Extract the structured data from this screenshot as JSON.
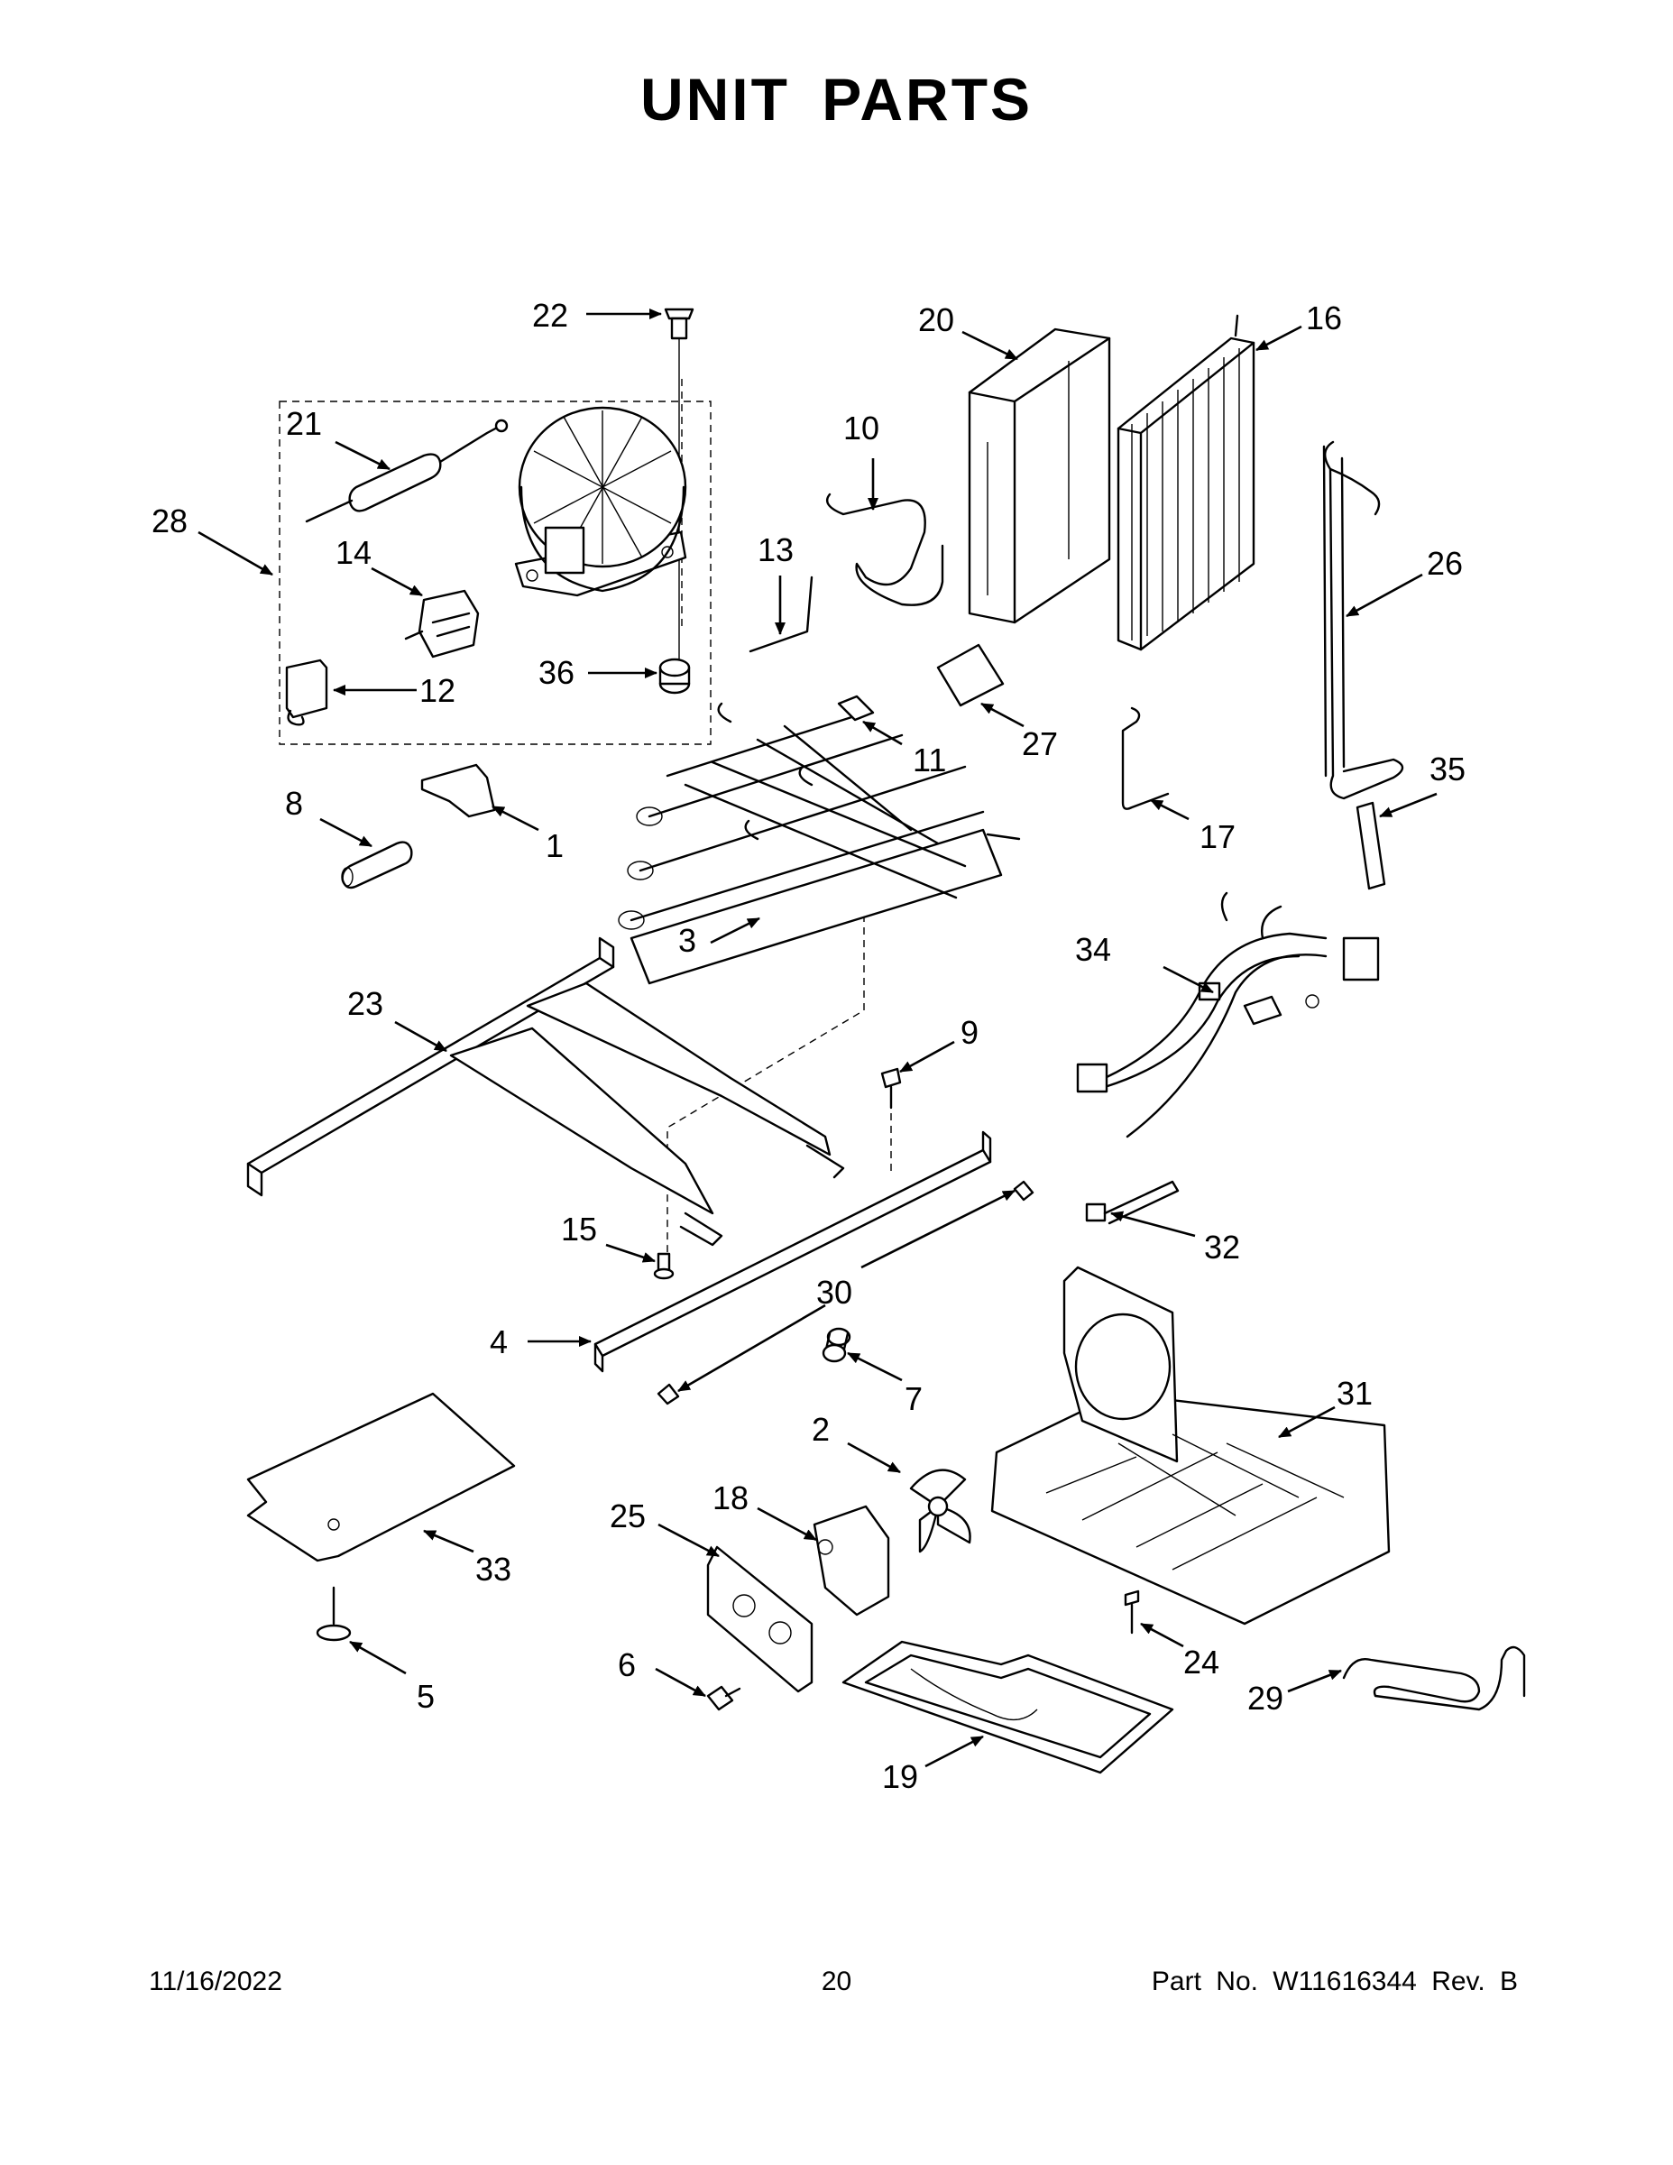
{
  "page": {
    "title": "UNIT PARTS",
    "footer": {
      "date": "11/16/2022",
      "page_number": "20",
      "part_number": "Part No.  W11616344  Rev.  B"
    }
  },
  "callouts": [
    "1",
    "2",
    "3",
    "4",
    "5",
    "6",
    "7",
    "8",
    "9",
    "10",
    "11",
    "12",
    "13",
    "14",
    "15",
    "16",
    "17",
    "18",
    "19",
    "20",
    "21",
    "22",
    "23",
    "24",
    "25",
    "26",
    "27",
    "28",
    "29",
    "30",
    "31",
    "32",
    "33",
    "34",
    "35",
    "36"
  ]
}
